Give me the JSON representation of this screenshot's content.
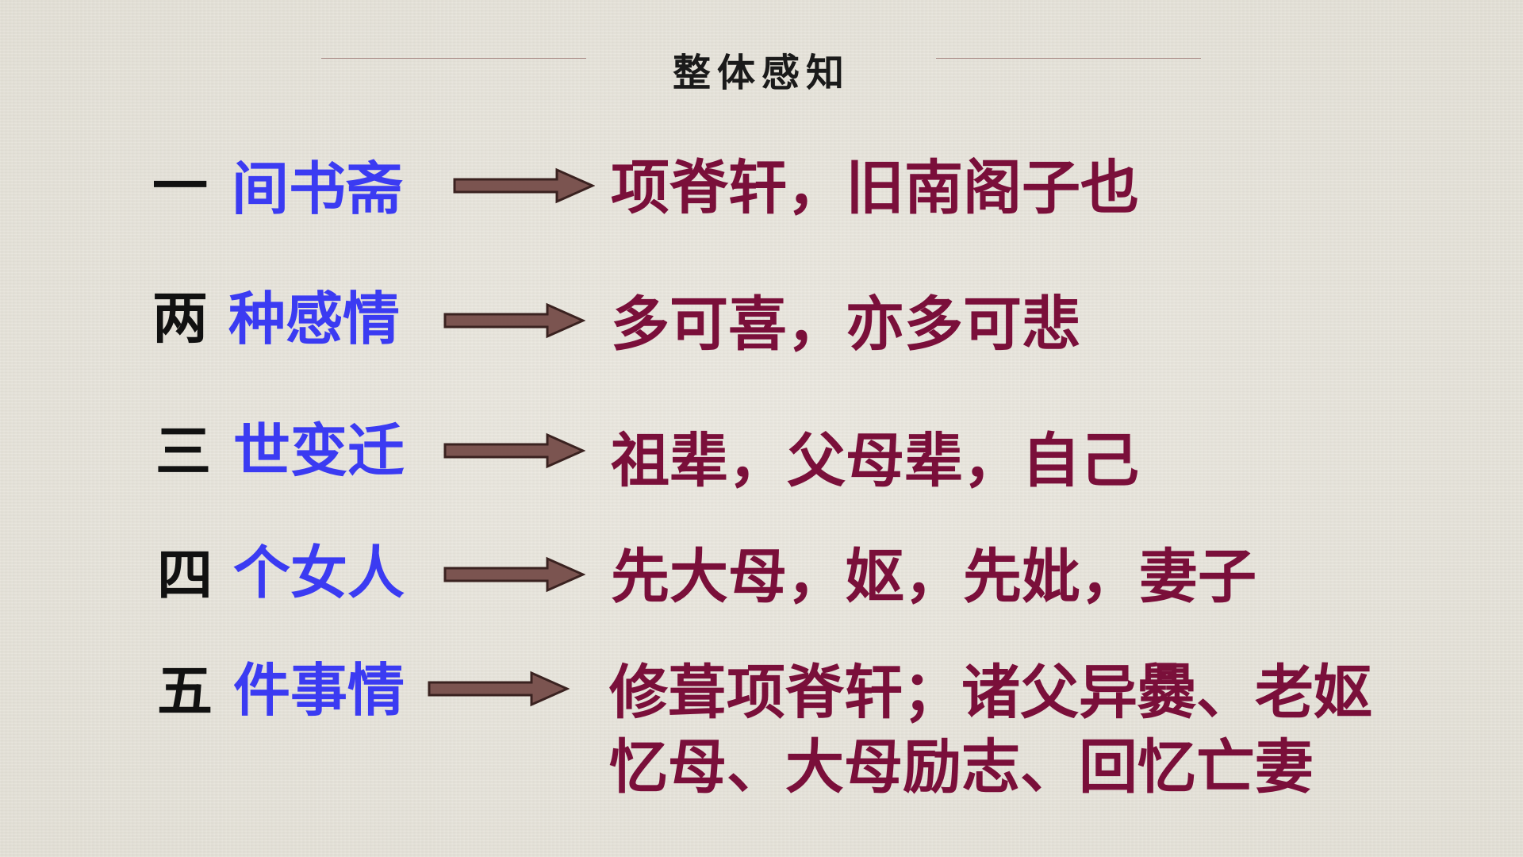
{
  "slide": {
    "title": "整体感知",
    "colors": {
      "number": "#111111",
      "term": "#3b3bf2",
      "description": "#7a0f3a",
      "arrow_fill": "#7b5450",
      "arrow_stroke": "#3a2220",
      "rule_line": "#a88a86",
      "background": "#e6e3da"
    },
    "rows": [
      {
        "number": "一",
        "term": "间书斋",
        "description": "项脊轩，旧南阁子也"
      },
      {
        "number": "两",
        "term": "种感情",
        "description": "多可喜，亦多可悲"
      },
      {
        "number": "三",
        "term": "世变迁",
        "description": "祖辈，父母辈，自己"
      },
      {
        "number": "四",
        "term": "个女人",
        "description": "先大母，妪，先妣，妻子"
      },
      {
        "number": "五",
        "term": "件事情",
        "description": "修葺项脊轩；诸父异爨、老妪",
        "description_line2": "忆母、大母励志、回忆亡妻"
      }
    ],
    "arrow_icon": "right-arrow-icon"
  }
}
